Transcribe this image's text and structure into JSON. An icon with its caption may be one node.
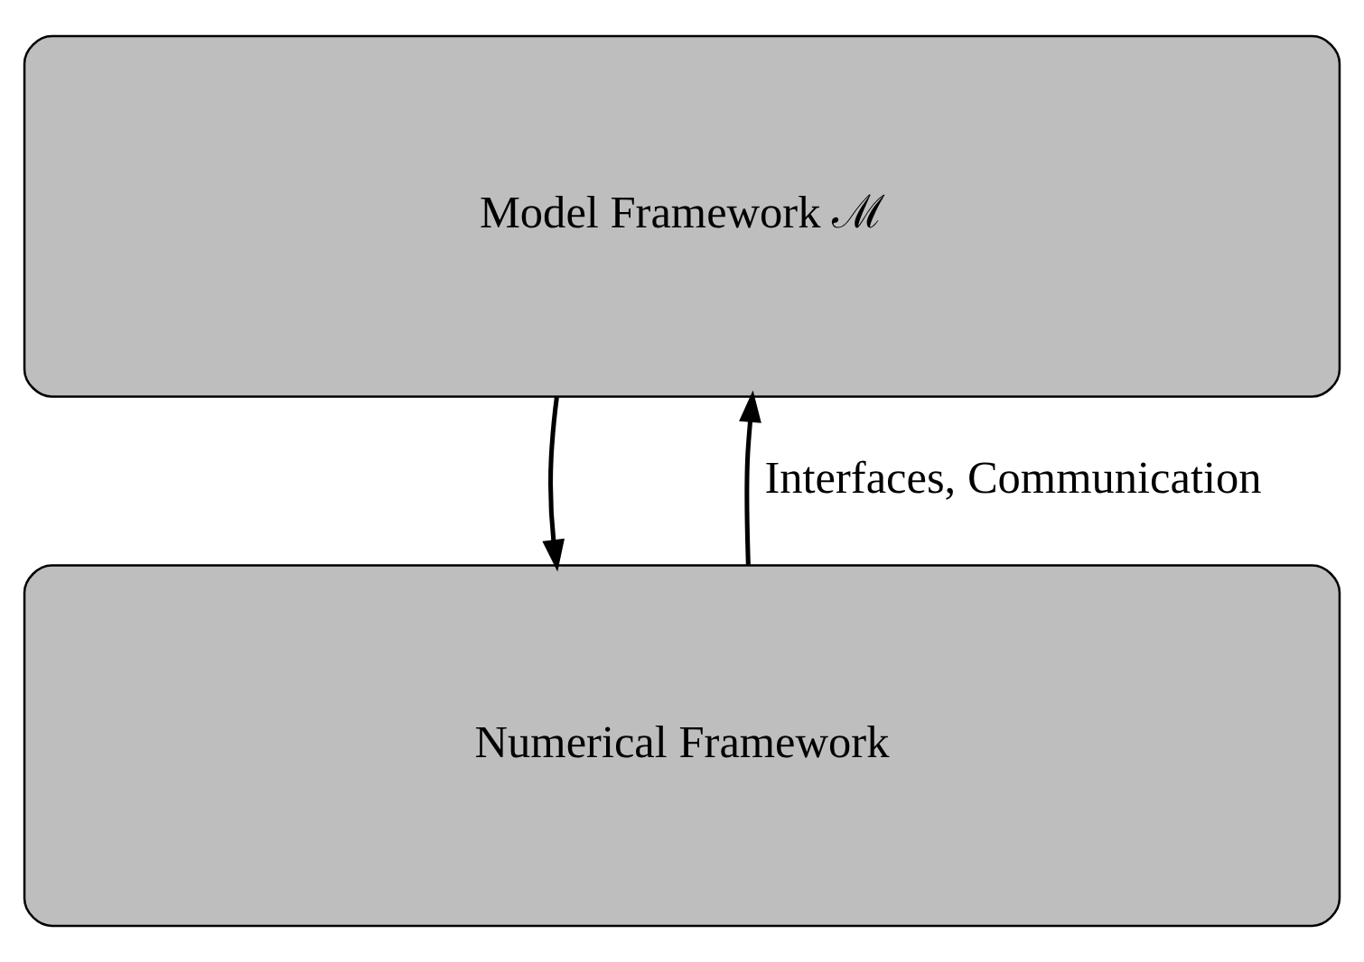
{
  "diagram": {
    "nodes": [
      {
        "text": [
          "Model Framework ℳ"
        ]
      },
      {
        "text": [
          "Numerical Framework"
        ]
      }
    ],
    "edges": [
      {
        "from": 1,
        "to": 0,
        "arrow": "to"
      },
      {
        "from": 0,
        "to": 1,
        "arrow": "to"
      }
    ],
    "labels": [
      "Interfaces, Communication"
    ]
  }
}
